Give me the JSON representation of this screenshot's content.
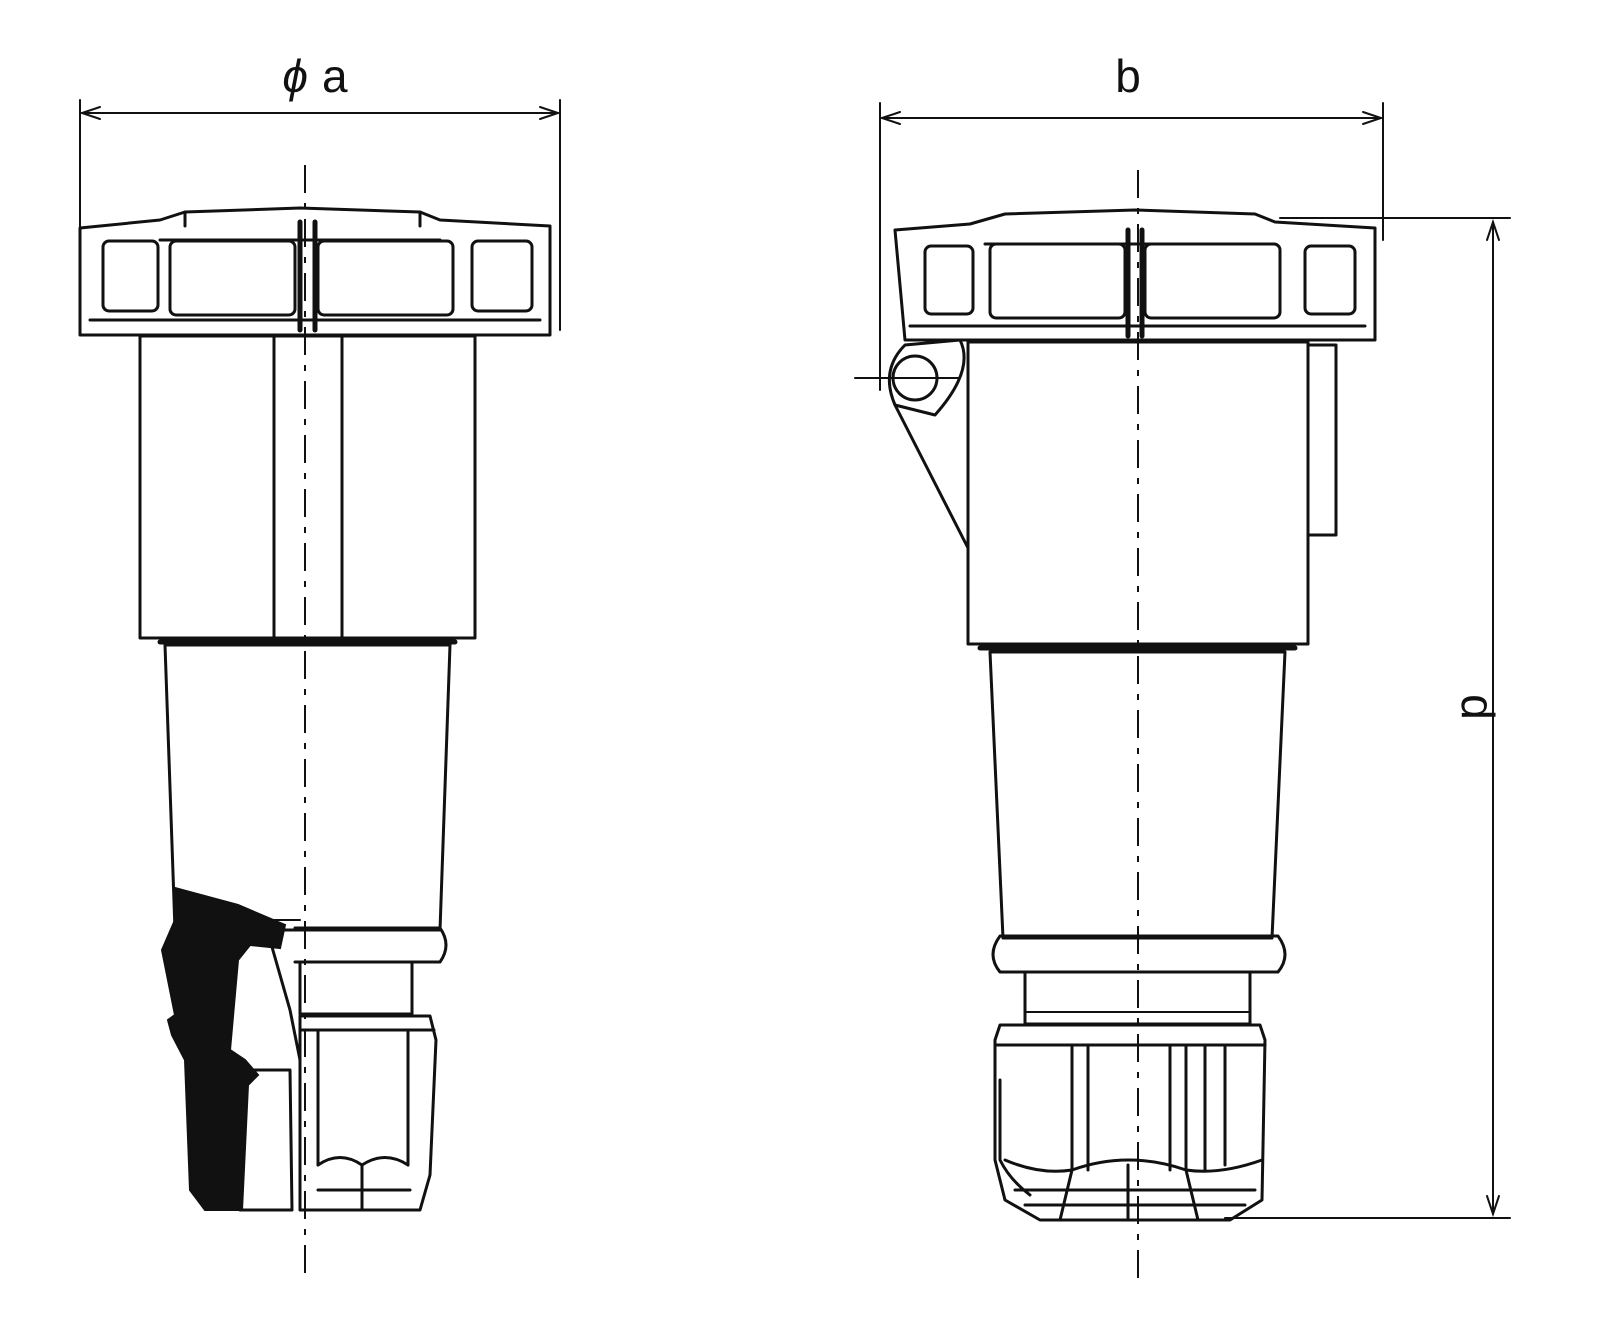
{
  "dimensions": {
    "a_label": "a",
    "diameter_symbol": "ϕ",
    "b_label": "b",
    "d_label": "d"
  }
}
